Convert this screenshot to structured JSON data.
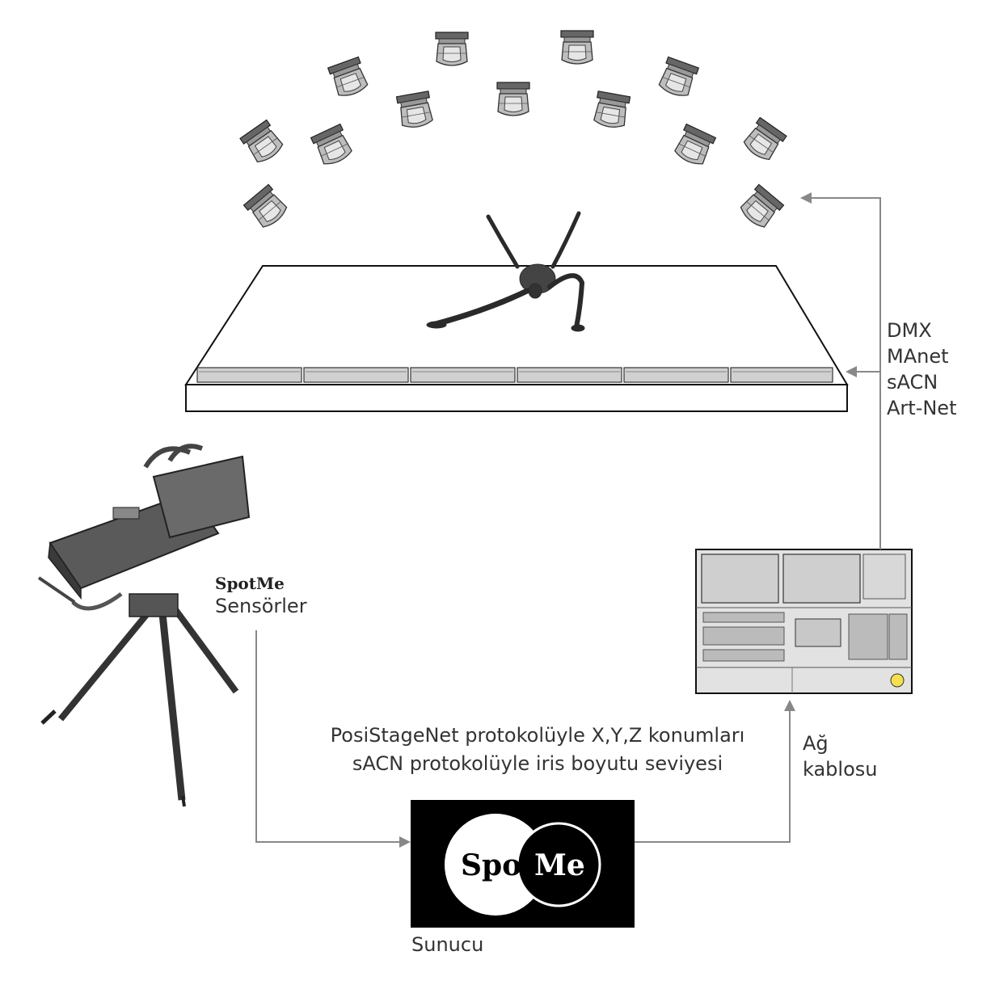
{
  "labels": {
    "spotme_brand": "SpotMe",
    "sensors": "Sensörler",
    "protocols": [
      "DMX",
      "MAnet",
      "sACN",
      "Art-Net"
    ],
    "cable_line1": "Ağ",
    "cable_line2": "kablosu",
    "psn_line1": "PosiStageNet protokolüyle X,Y,Z konumları",
    "psn_line2": "sACN protokolüyle iris boyutu seviyesi",
    "server": "Sunucu"
  },
  "logo": {
    "spot": "Spot",
    "me": "Me"
  },
  "colors": {
    "arrow": "#888888",
    "text": "#333333",
    "logo_bg": "#000000",
    "logo_light": "#ffffff"
  },
  "icons": [
    "moving-head-light-icon",
    "followspot-icon",
    "lighting-console-icon",
    "dancer-image"
  ]
}
